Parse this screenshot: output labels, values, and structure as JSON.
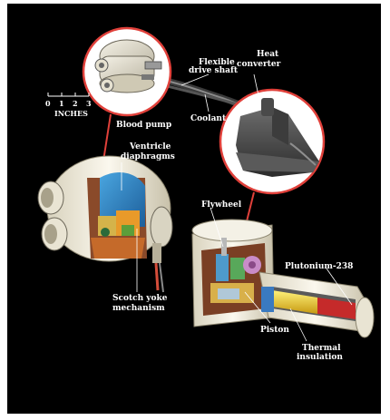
{
  "labels": {
    "flexible_drive_shaft_1": "Flexible",
    "flexible_drive_shaft_2": "drive shaft",
    "heat_converter_1": "Heat",
    "heat_converter_2": "converter",
    "coolant": "Coolant",
    "blood_pump": "Blood pump",
    "ventricle_diaphragms_1": "Ventricle",
    "ventricle_diaphragms_2": "diaphragms",
    "scotch_yoke_1": "Scotch yoke",
    "scotch_yoke_2": "mechanism",
    "flywheel": "Flywheel",
    "plutonium": "Plutonium-238",
    "piston": "Piston",
    "thermal_insulation_1": "Thermal",
    "thermal_insulation_2": "insulation"
  },
  "scale": {
    "ticks": [
      "0",
      "1",
      "2",
      "3"
    ],
    "unit": "INCHES"
  },
  "colors": {
    "background": "#000000",
    "highlight_circle": "#e0403a",
    "label_text": "#ffffff"
  }
}
